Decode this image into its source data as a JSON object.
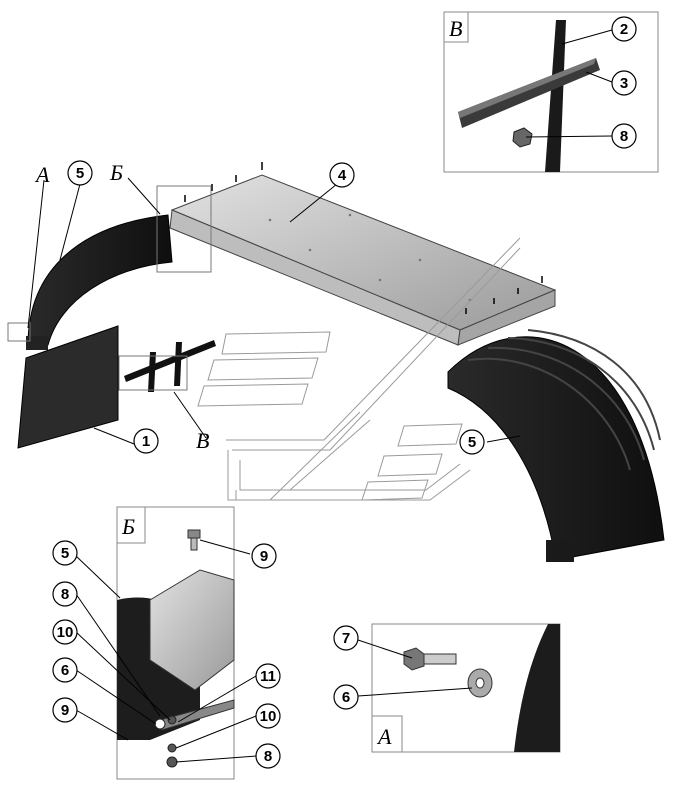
{
  "callouts": {
    "c1": "1",
    "c2": "2",
    "c3": "3",
    "c4": "4",
    "c5a": "5",
    "c5b": "5",
    "c5c": "5",
    "c6a": "6",
    "c6b": "6",
    "c7": "7",
    "c8a": "8",
    "c8b": "8",
    "c8c": "8",
    "c9a": "9",
    "c9b": "9",
    "c10a": "10",
    "c10b": "10",
    "c11": "11"
  },
  "view_labels": {
    "a_main": "А",
    "b_main": "Б",
    "v_main": "В",
    "v_inset": "В",
    "b_inset": "Б",
    "a_inset": "А"
  }
}
